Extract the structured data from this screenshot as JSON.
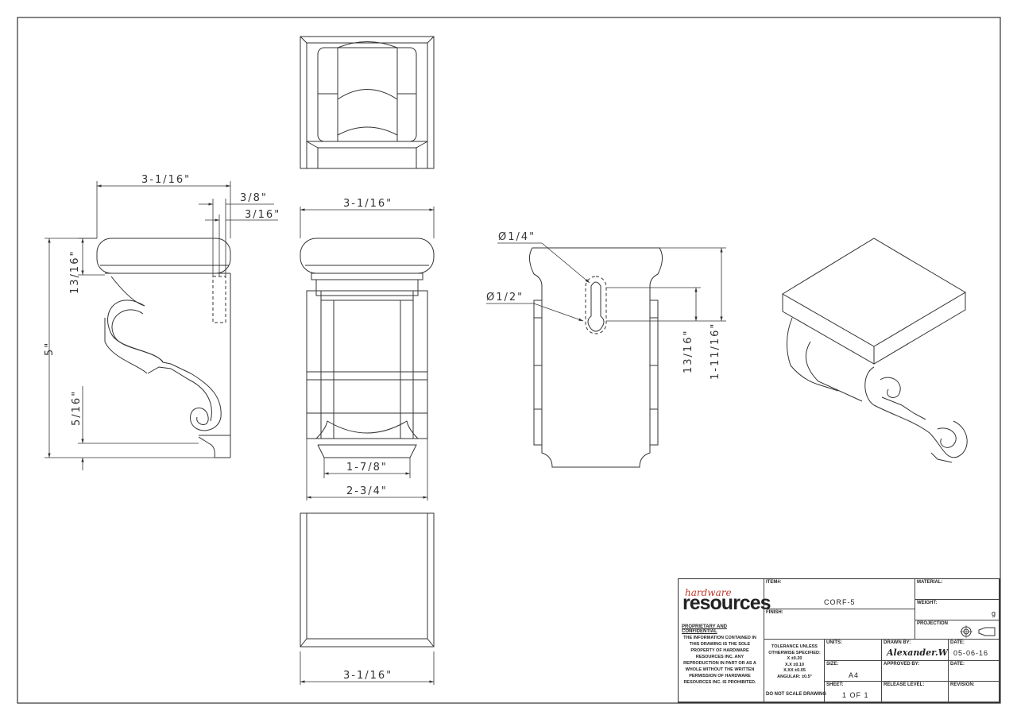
{
  "views": {
    "side": {
      "width_top": "3-1/16\"",
      "offset_a": "3/8\"",
      "offset_b": "3/16\"",
      "cap_height": "13/16\"",
      "height": "5\"",
      "foot_height": "5/16\""
    },
    "front": {
      "width_top": "3-1/16\"",
      "inner_width": "1-7/8\"",
      "base_width": "2-3/4\""
    },
    "bottom": {
      "width": "3-1/16\""
    },
    "back": {
      "hole_small": "Ø1/4\"",
      "hole_large": "Ø1/2\"",
      "slot_height": "13/16\"",
      "slot_top_height": "1-11/16\""
    }
  },
  "title_block": {
    "logo_small": "hardware",
    "logo_main": "resources",
    "proprietary_title": "PROPRIETARY AND CONFIDENTIAL",
    "proprietary_text": "THE INFORMATION CONTAINED IN THIS DRAWING IS THE SOLE PROPERTY OF HARDWARE RESOURCES INC. ANY REPRODUCTION IN PART OR AS A WHOLE WITHOUT THE WRITTEN PERMISSION OF HARDWARE RESOURCES INC. IS PROHIBITED.",
    "item_label": "ITEM#:",
    "item_value": "CORF-5",
    "finish_label": "FINISH:",
    "material_label": "MATERIAL:",
    "weight_label": "WEIGHT:",
    "weight_value": "g",
    "projection_label": "PROJECTION",
    "tolerance_lines": [
      "TOLERANCE UNLESS",
      "OTHERWISE SPECIFIED:",
      "X   ±0.20",
      "X.X   ±0.10",
      "X.XX  ±0.05",
      "ANGULAR: ±0.5°"
    ],
    "do_not_scale": "DO NOT SCALE DRAWING",
    "units_label": "UNITS:",
    "size_label": "SIZE:",
    "size_value": "A4",
    "sheet_label": "SHEET:",
    "sheet_value": "1 OF 1",
    "drawn_by_label": "DRAWN BY:",
    "drawn_by_value": "Alexander.W",
    "approved_by_label": "APPROVED BY:",
    "release_level_label": "RELEASE LEVEL:",
    "date_label": "DATE:",
    "date_value": "05-06-16",
    "date2_label": "DATE:",
    "revision_label": "REVISION:"
  }
}
